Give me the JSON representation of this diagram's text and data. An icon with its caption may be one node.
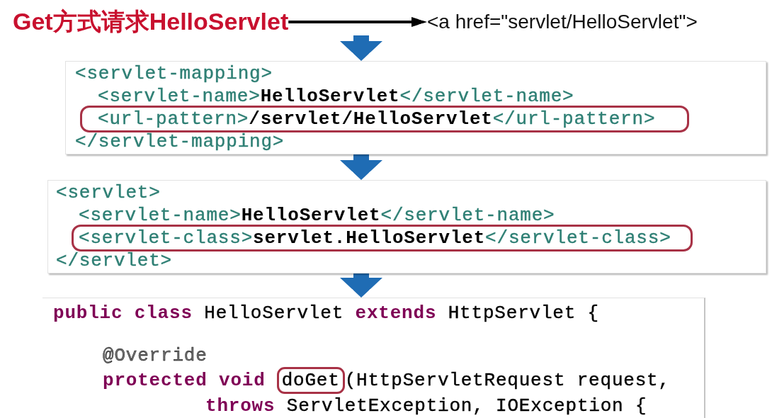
{
  "diagram": {
    "nodes": [
      {
        "text": [
          "Get方式请求HelloServlet"
        ]
      },
      {
        "text": [
          "<a href=\"servlet/HelloServlet\">"
        ]
      },
      {
        "text": [
          "<servlet-mapping>",
          "<servlet-name>**HelloServlet**</servlet-name>",
          "</servlet-mapping>"
        ]
      },
      {
        "text": [
          "<url-pattern>**/servlet/HelloServlet**</url-pattern>"
        ],
        "in": 2
      },
      {
        "text": [
          "<servlet>",
          "<servlet-name>**HelloServlet**</servlet-name>",
          "</servlet>"
        ]
      },
      {
        "text": [
          "<servlet-class>**servlet.HelloServlet**</servlet-class>"
        ],
        "in": 4
      },
      {
        "text": [
          "**public class** HelloServlet **extends** HttpServlet {",
          "@Override",
          "protected void",
          "(HttpServletRequest request,",
          "**throws** ServletException, IOException {"
        ]
      },
      {
        "text": [
          "doGet"
        ],
        "in": 6
      }
    ],
    "edges": [
      {
        "from": 0,
        "to": 1,
        "arrow": "to",
        "color": "#000000"
      },
      {
        "from": null,
        "to": 2,
        "arrow": "to"
      },
      {
        "from": 2,
        "to": 4,
        "arrow": "to"
      },
      {
        "from": 4,
        "to": 6,
        "arrow": "to"
      }
    ]
  }
}
